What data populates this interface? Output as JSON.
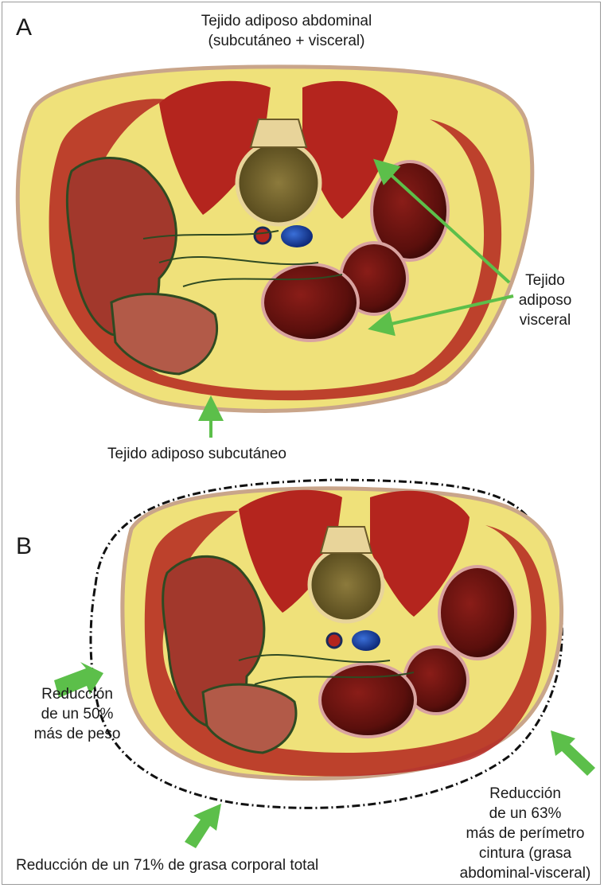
{
  "panel_a": {
    "letter": "A",
    "title_line1": "Tejido adiposo abdominal",
    "title_line2": "(subcutáneo + visceral)",
    "visceral_label": [
      "Tejido",
      "adiposo",
      "visceral"
    ],
    "subcutaneous_label": "Tejido adiposo subcutáneo"
  },
  "panel_b": {
    "letter": "B",
    "weight_label": [
      "Reducción",
      "de un 50%",
      "más de peso"
    ],
    "body_fat_label": "Reducción de un 71% de grasa corporal total",
    "waist_label": [
      "Reducción",
      "de un 63%",
      "más de perímetro",
      "cintura (grasa",
      "abdominal-visceral)"
    ]
  },
  "colors": {
    "subcutaneous_fat": "#efe17a",
    "skin_outline": "#c9a58a",
    "muscle": "#b4251e",
    "arrow": "#5cbf4a",
    "dashed_outline": "#111111"
  }
}
